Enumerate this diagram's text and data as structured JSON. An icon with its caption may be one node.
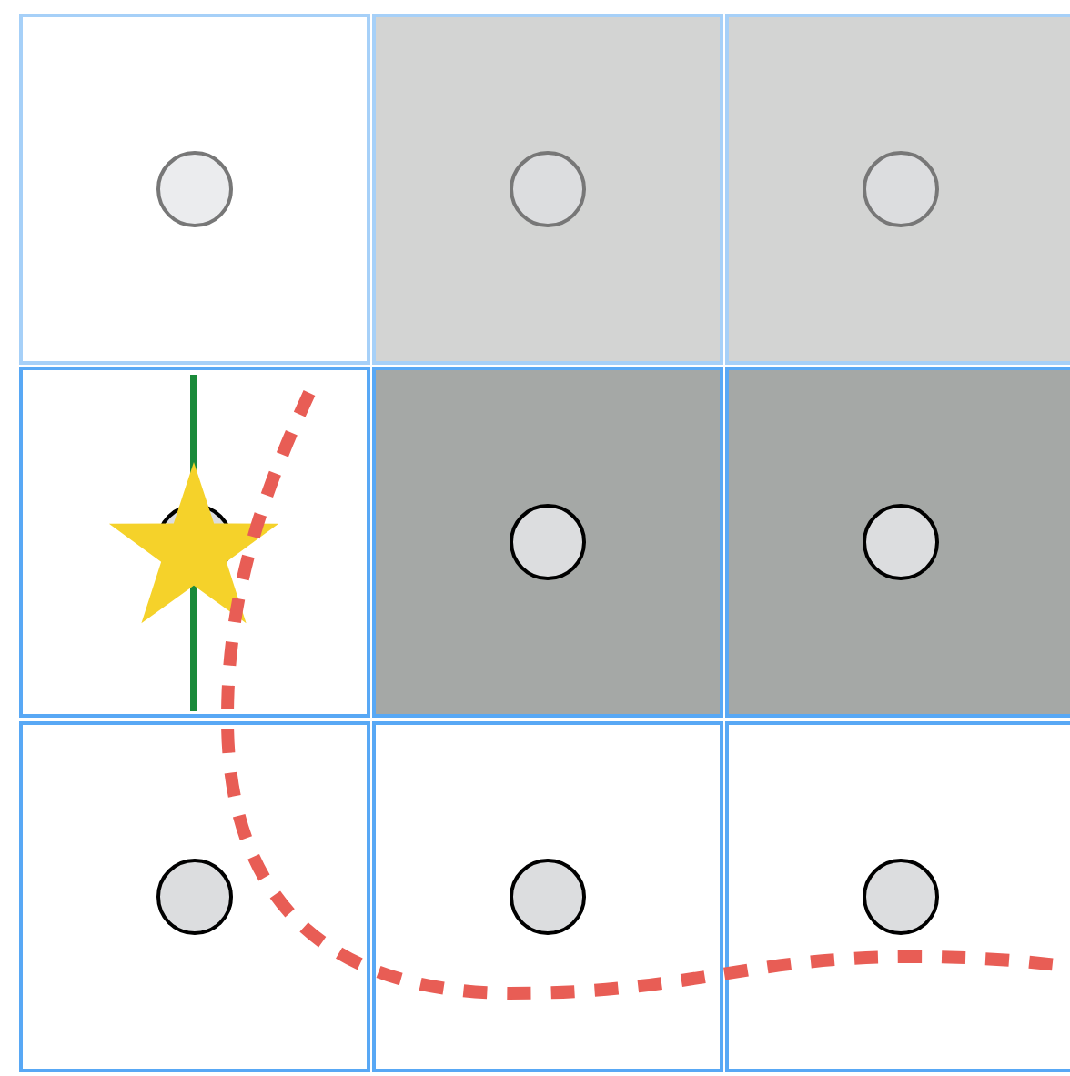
{
  "diagram": {
    "nodes": [
      {
        "text": [],
        "shape": "box"
      },
      {
        "text": [],
        "shape": "circle",
        "in": 0
      },
      {
        "text": [],
        "shape": "box"
      },
      {
        "text": [],
        "shape": "circle",
        "in": 2
      },
      {
        "text": [],
        "shape": "box"
      },
      {
        "text": [],
        "shape": "circle",
        "in": 4
      },
      {
        "text": [],
        "shape": "box"
      },
      {
        "text": [],
        "shape": "circle",
        "in": 6
      },
      {
        "text": [],
        "shape": "box"
      },
      {
        "text": [],
        "shape": "circle",
        "in": 8
      },
      {
        "text": [],
        "shape": "box"
      },
      {
        "text": [],
        "shape": "circle",
        "in": 10
      },
      {
        "text": [],
        "shape": "box"
      },
      {
        "text": [],
        "shape": "circle",
        "in": 12
      },
      {
        "text": [],
        "shape": "box"
      },
      {
        "text": [],
        "shape": "circle",
        "in": 14
      },
      {
        "text": [],
        "shape": "box"
      },
      {
        "text": [],
        "shape": "circle",
        "in": 16
      }
    ]
  }
}
